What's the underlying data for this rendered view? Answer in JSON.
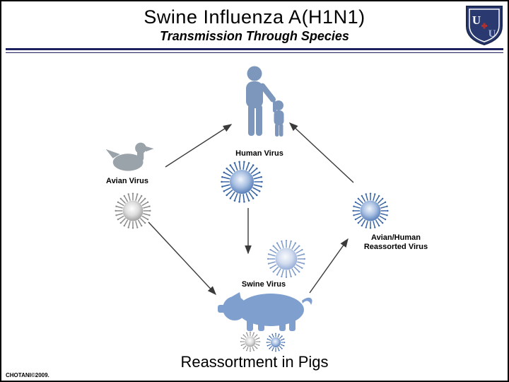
{
  "slide": {
    "title": "Swine Influenza A(H1N1)",
    "subtitle": "Transmission Through Species",
    "caption": "Reassortment in Pigs",
    "credit": "CHOTANI©2009."
  },
  "labels": {
    "avian_virus": "Avian Virus",
    "human_virus": "Human Virus",
    "swine_virus": "Swine Virus",
    "reassorted_virus_line1": "Avian/Human",
    "reassorted_virus_line2": "Reassorted Virus"
  },
  "logo": {
    "letter_left": "U",
    "letter_right": "U"
  },
  "colors": {
    "header_rule": "#1e2160",
    "arrow": "#3a3a3a",
    "human_silhouette": "#7d96bb",
    "duck_silhouette": "#9aa2aa",
    "pig_silhouette": "#7f9fce",
    "virus_blue_spike": "#3a66a5",
    "virus_gray_spike": "#8a8a8a",
    "virus_lightblue_spike": "#7f9bca"
  }
}
